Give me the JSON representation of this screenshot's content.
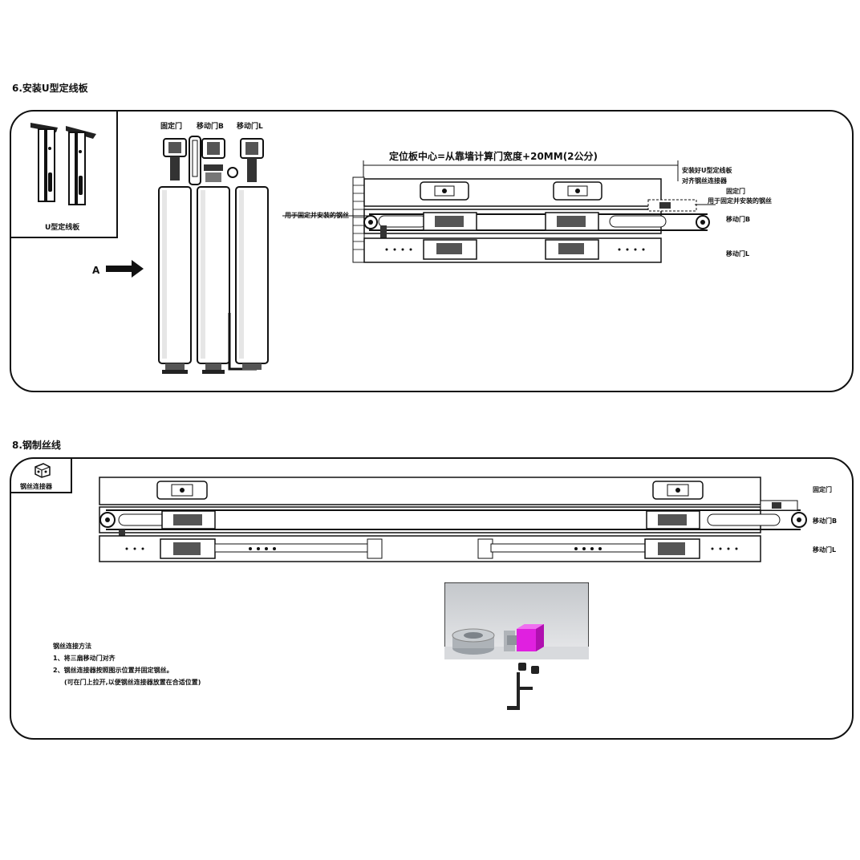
{
  "section6": {
    "heading": "6.安装U型定线板",
    "inset_label": "U型定线板",
    "arrow_label": "A",
    "trolley_labels": [
      "固定门",
      "移动门B",
      "移动门L"
    ],
    "dimension_label": "定位板中心=从靠墙计算门宽度+20MM(2公分)",
    "right_note_1": "安装好U型定线板",
    "right_note_2": "对齐钢丝连接器",
    "right_fixed": "固定门",
    "right_cable_note": "用于固定并安装的钢丝",
    "left_cable_note": "用于固定并安装的钢丝",
    "right_move_b": "移动门B",
    "right_move_l": "移动门L"
  },
  "section8": {
    "heading": "8.钢制丝线",
    "inset_label": "钢丝连接器",
    "right_fixed": "固定门",
    "right_move_b": "移动门B",
    "right_move_l": "移动门L",
    "method_title": "钢丝连接方法",
    "method_1": "1、将三扇移动门对齐",
    "method_2": "2、钢丝连接器按照图示位置并固定钢丝。",
    "method_3": "(可在门上拉开,以便钢丝连接器放置在合适位置)"
  },
  "colors": {
    "accent": "#e020e0",
    "line": "#111111",
    "render_bg": "#cfd2d6"
  }
}
